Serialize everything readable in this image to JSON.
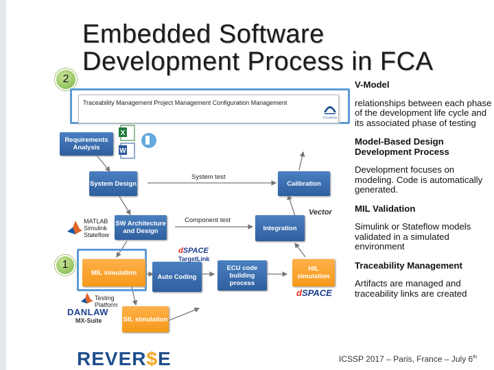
{
  "slide": {
    "title_line1": "Embedded Software",
    "title_line2": "Development Process in FCA",
    "slide_number": "2",
    "step_number": "1"
  },
  "right": {
    "vmodel_heading": "V-Model",
    "vmodel_text": "relationships between each phase of the development life cycle and its associated phase of testing",
    "mbd_heading": "Model-Based Design Development Process",
    "mbd_text": "Development focuses on modeling. Code is automatically generated.",
    "mil_heading": "MIL Validation",
    "mil_text": "Simulink or Stateflow models validated in a simulated environment",
    "trace_heading": "Traceability Management",
    "trace_text": "Artifacts are managed and traceability links  are created"
  },
  "diagram": {
    "trace_bar": "Traceability Management   Project Management   Configuration Management",
    "polarion_label": "POLARION",
    "req_analysis": "Requirements Analysis",
    "system_design": "System Design",
    "calibration": "Calibration",
    "system_test": "System test",
    "sw_arch": "SW Architecture and Design",
    "integration": "Integration",
    "component_test": "Component test",
    "mil_sim": "MIL simulation",
    "auto_coding": "Auto Coding",
    "ecu_code": "ECU code building process",
    "hil_sim": "HIL simulation",
    "sil_sim": "SIL simulation",
    "matlab_label": "MATLAB Simulink Stateflow",
    "dspace_targetlink": "TargetLink",
    "dspace": "SPACE",
    "dspace_d": "d",
    "vector": "Vector",
    "testing_platform": "Testing Platform",
    "danlaw": "DANLAW",
    "mx_suite": "MX-Suite"
  },
  "footer": {
    "text": "ICSSP 2017 – Paris, France – July 6",
    "sup": "th",
    "logo_pre": "REVER",
    "logo_dollar": "$",
    "logo_post": "E"
  },
  "colors": {
    "blue_box": "#2f5f9f",
    "orange_box": "#f59a1a",
    "frame_blue": "#5b9bd5",
    "badge_green": "#7cb342"
  }
}
